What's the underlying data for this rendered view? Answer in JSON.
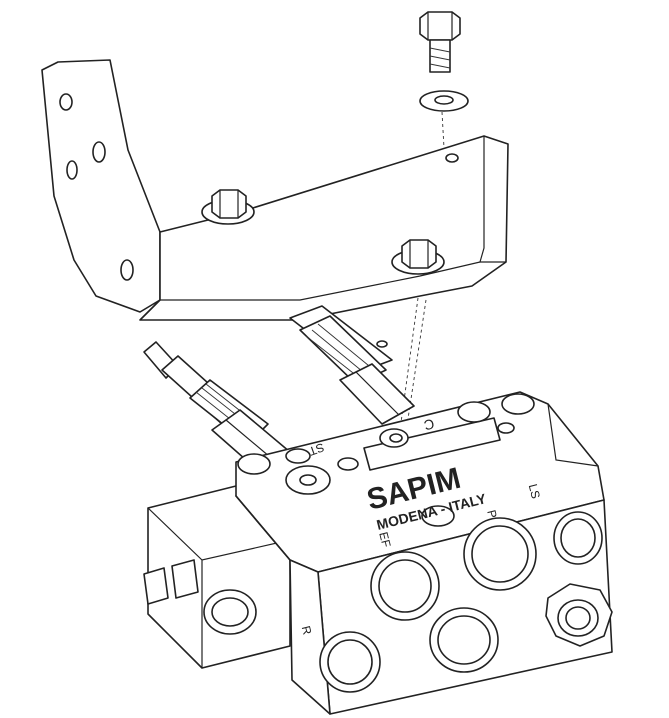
{
  "colors": {
    "line": "#222222",
    "background": "#ffffff"
  },
  "labels": {
    "brand": "SAPIM",
    "origin": "MODENA - ITALY",
    "port_c": "C",
    "port_ls": "LS",
    "port_p": "P",
    "port_ef": "EF",
    "port_st": "ST",
    "port_r": "R"
  }
}
